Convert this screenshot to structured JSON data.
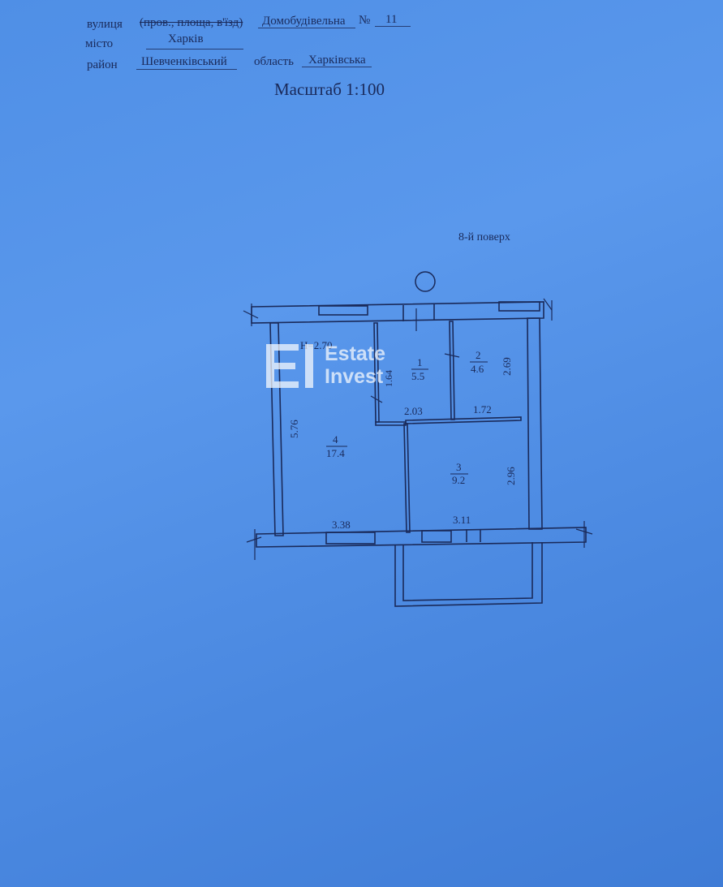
{
  "header": {
    "street_label": "вулиця",
    "street_type_text": "(пров., площа, в'їзд)",
    "street_name": "Домобудівельна",
    "number_sign": "№",
    "building_number": "11",
    "city_label": "місто",
    "city_value": "Харків",
    "district_label": "район",
    "district_value": "Шевченківський",
    "region_label": "область",
    "region_value": "Харківська"
  },
  "scale_title": "Масштаб 1:100",
  "floor_label": "8-й поверх",
  "plan": {
    "ceiling_height": "H=2.70",
    "rooms": [
      {
        "number": "1",
        "area": "5.5"
      },
      {
        "number": "2",
        "area": "4.6"
      },
      {
        "number": "3",
        "area": "9.2"
      },
      {
        "number": "4",
        "area": "17.4"
      }
    ],
    "dimensions": {
      "d_576": "5.76",
      "d_338": "3.38",
      "d_311": "3.11",
      "d_203": "2.03",
      "d_172": "1.72",
      "d_269": "2.69",
      "d_296": "2.96",
      "d_164": "1.64"
    }
  },
  "watermark": {
    "line1": "Estate",
    "line2": "Invest"
  }
}
